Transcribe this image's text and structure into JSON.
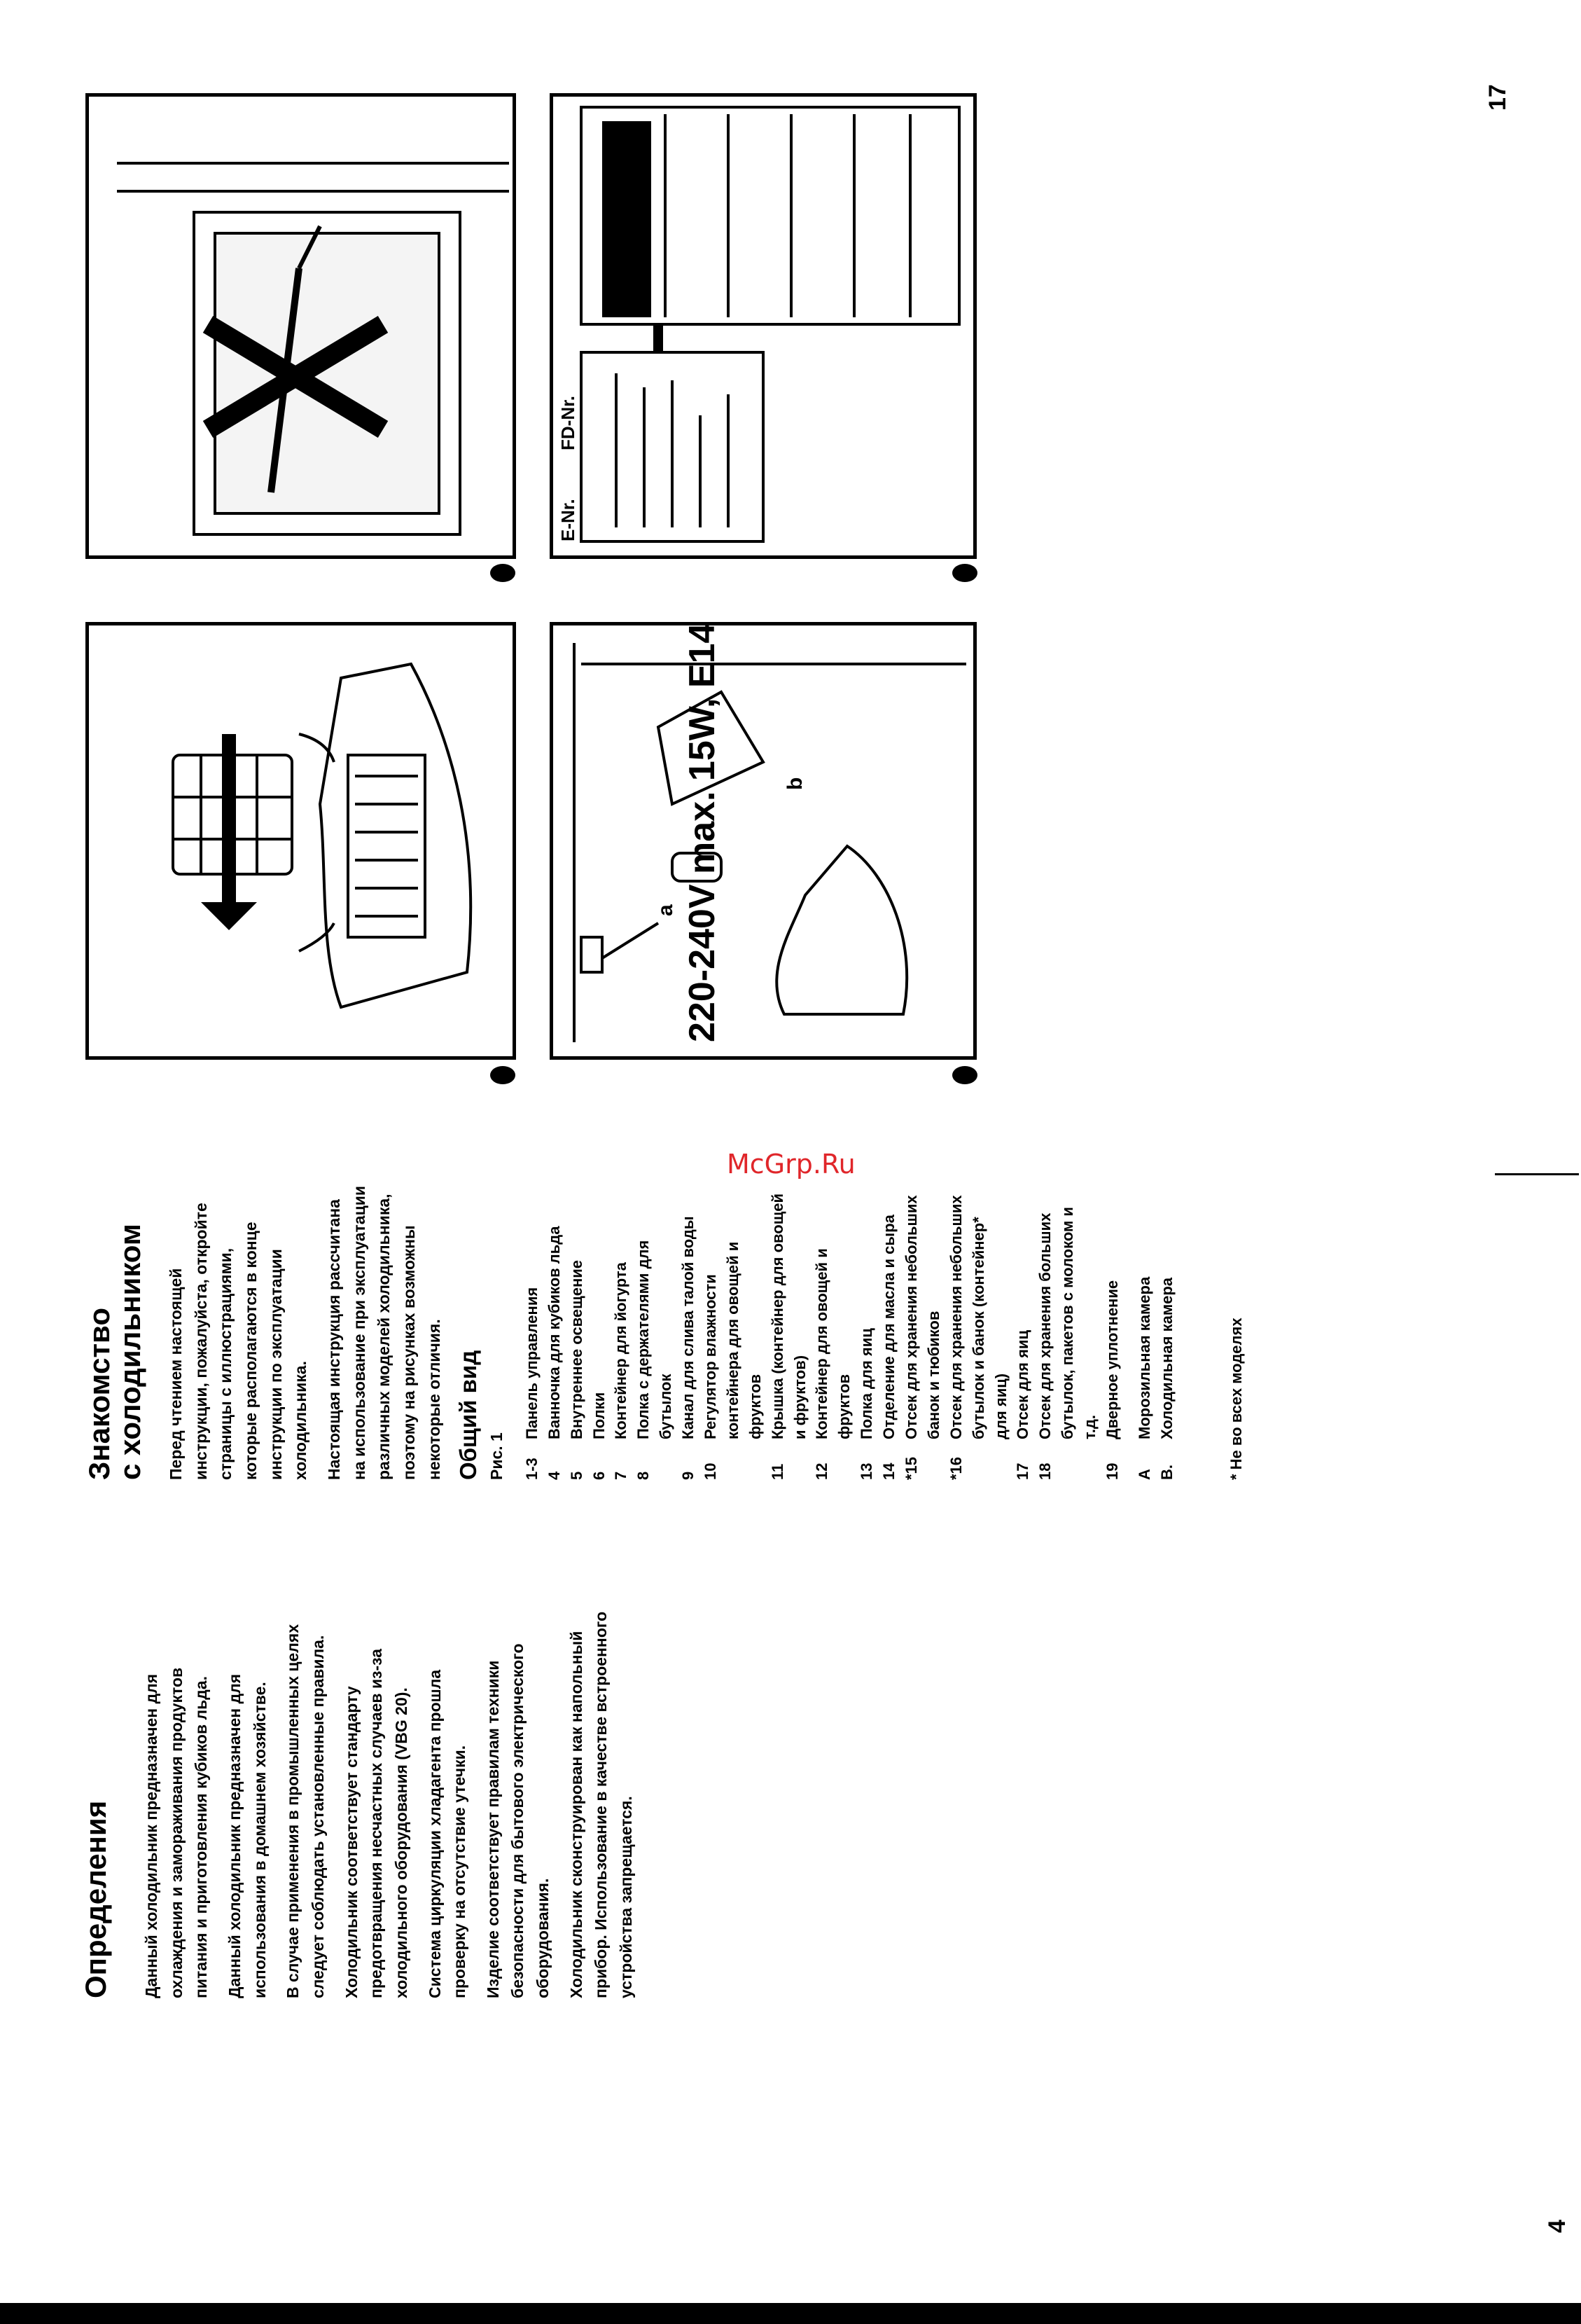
{
  "left_page": {
    "title": "Определения",
    "paragraphs": [
      "Данный холодильник предназначен для охлаждения и замораживания продуктов питания и приготовления кубиков льда.",
      "Данный холодильник предназначен для использования в домашнем хозяйстве.",
      "В случае применения в промышленных целях следует соблюдать установленные правила.",
      "Холодильник соответствует стандарту предотвращения несчастных случаев из-за холодильного оборудования (VBG 20).",
      "Система циркуляции хладагента прошла проверку на отсутствие утечки.",
      "Изделие соответствует правилам техники безопасности для бытового электрического оборудования.",
      "Холодильник сконструирован как напольный прибор. Использование в качестве встроенного устройства запрещается."
    ],
    "page_number": "4"
  },
  "right_text": {
    "title_line1": "Знакомство",
    "title_line2": "с холодильником",
    "paragraphs": [
      "Перед чтением настоящей инструкции, пожалуйста, откройте страницы с иллюстрациями, которые располагаются в конце инструкции по эксплуатации холодильника.",
      "Настоящая инструкция рассчитана на использование при эксплуатации различных моделей холодильника, поэтому на рисунках возможны некоторые отличия."
    ],
    "subtitle": "Общий вид",
    "fig_label": "Рис. 1",
    "items": [
      {
        "num": "1-3",
        "text": "Панель управления"
      },
      {
        "num": "4",
        "text": "Ванночка для кубиков льда"
      },
      {
        "num": "5",
        "text": "Внутреннее освещение"
      },
      {
        "num": "6",
        "text": "Полки"
      },
      {
        "num": "7",
        "text": "Контейнер для йогурта"
      },
      {
        "num": "8",
        "text": "Полка с держателями для бутылок"
      },
      {
        "num": "9",
        "text": "Канал для слива талой воды"
      },
      {
        "num": "10",
        "text": "Регулятор влажности контейнера для овощей и фруктов"
      },
      {
        "num": "11",
        "text": "Крышка (контейнер для овощей и фруктов)"
      },
      {
        "num": "12",
        "text": "Контейнер для овощей и фруктов"
      },
      {
        "num": "13",
        "text": "Полка для яиц"
      },
      {
        "num": "14",
        "text": "Отделение для масла и сыра"
      },
      {
        "num": "*15",
        "text": "Отсек для хранения небольших банок и тюбиков"
      },
      {
        "num": "*16",
        "text": "Отсек для хранения небольших бутылок и банок (контейнер* для яиц)"
      },
      {
        "num": "17",
        "text": "Отсек для яиц"
      },
      {
        "num": "18",
        "text": "Отсек для хранения больших бутылок, пакетов с молоком и т.д."
      },
      {
        "num": "19",
        "text": "Дверное уплотнение"
      },
      {
        "num": "A",
        "text": "Морозильная камера"
      },
      {
        "num": "B.",
        "text": "Холодильная камера"
      }
    ],
    "footnote": "* Не во всех моделях"
  },
  "watermark": "McGrp.Ru",
  "figures": {
    "lamp_spec": "220-240V max. 15W, E14",
    "label_a": "a",
    "label_b": "b",
    "e_nr": "E-Nr.",
    "fd_nr": "FD-Nr."
  },
  "right_page_number": "17"
}
